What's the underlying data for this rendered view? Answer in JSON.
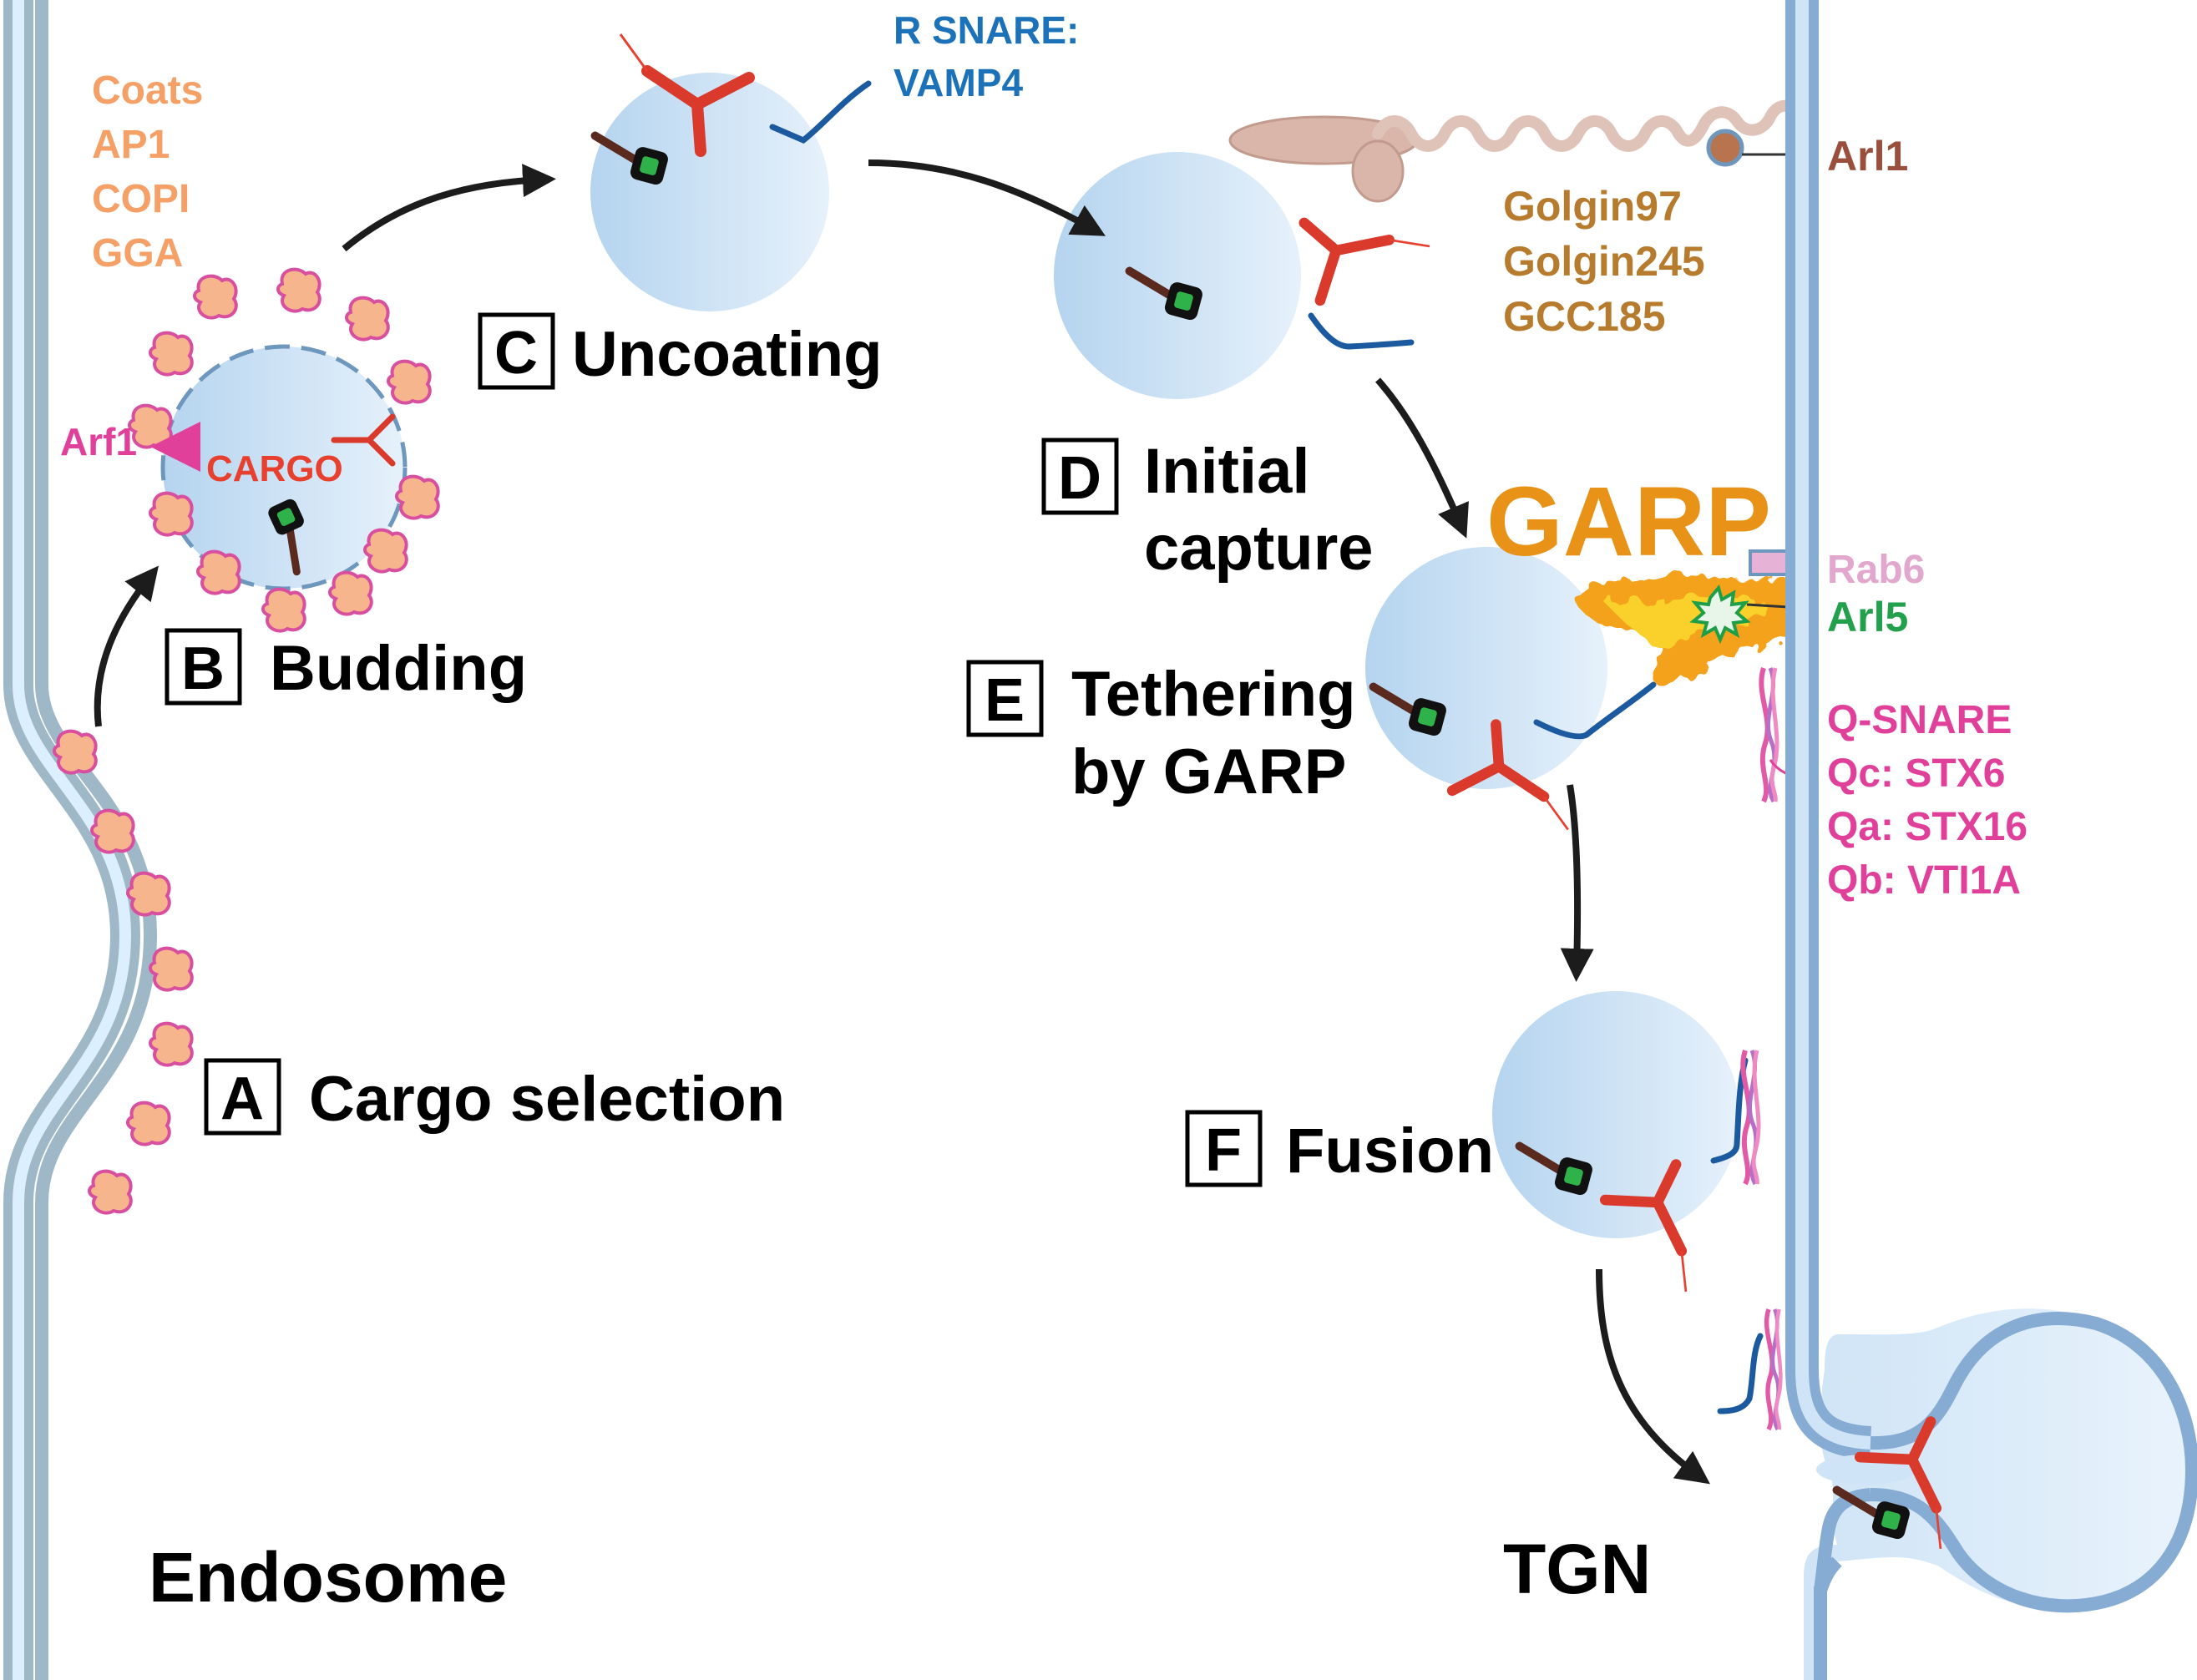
{
  "colors": {
    "coats": "#f5a066",
    "rsnare": "#1c72b8",
    "golgin": "#b77b2e",
    "arl1": "#9a4f3c",
    "garp": "#e89317",
    "rab6": "#e1a7cd",
    "arl5": "#22a04b",
    "qsnare": "#e0409a",
    "arf1": "#e0409a",
    "cargo": "#e8402e"
  },
  "coats_label": {
    "line1": "Coats",
    "line2": "AP1",
    "line3": "COPI",
    "line4": "GGA"
  },
  "arf1": "Arf1",
  "cargo": "CARGO",
  "rsnare_label": {
    "line1": "R SNARE:",
    "line2": "VAMP4"
  },
  "arl1": "Arl1",
  "golgins": {
    "line1": "Golgin97",
    "line2": "Golgin245",
    "line3": "GCC185"
  },
  "garp": "GARP",
  "rab6": "Rab6",
  "arl5": "Arl5",
  "qsnare": {
    "line1": "Q-SNARE",
    "line2": "Qc: STX6",
    "line3": "Qa: STX16",
    "line4": "Qb: VTI1A"
  },
  "steps": {
    "a": {
      "letter": "A",
      "text": "Cargo selection"
    },
    "b": {
      "letter": "B",
      "text": "Budding"
    },
    "c": {
      "letter": "C",
      "text": "Uncoating"
    },
    "d": {
      "letter": "D",
      "line1": "Initial",
      "line2": "capture"
    },
    "e": {
      "letter": "E",
      "line1": "Tethering",
      "line2": "by GARP"
    },
    "f": {
      "letter": "F",
      "text": "Fusion"
    }
  },
  "compartments": {
    "endosome": "Endosome",
    "tgn": "TGN"
  }
}
